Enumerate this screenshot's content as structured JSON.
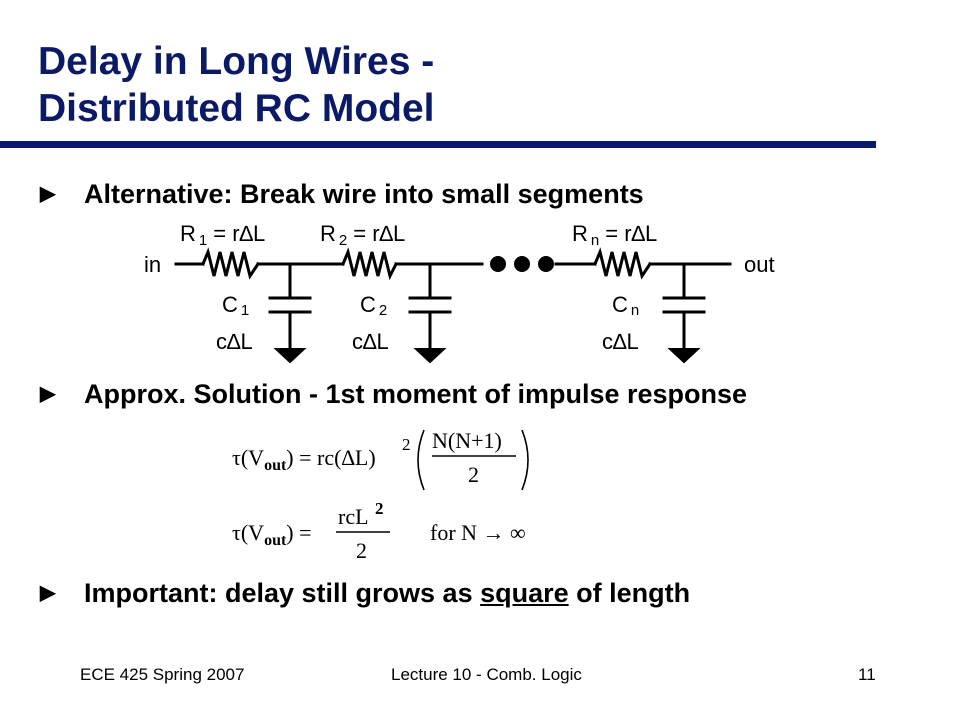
{
  "title": {
    "line1": "Delay in Long Wires -",
    "line2": "Distributed RC Model"
  },
  "bullets": [
    {
      "arrow": "▶",
      "text": "Alternative: Break wire into small segments"
    },
    {
      "arrow": "▶",
      "text": "Approx. Solution - 1st moment of impulse response"
    },
    {
      "arrow": "▶",
      "pre": "Important: delay still grows as ",
      "emph": "square",
      "post": " of length"
    }
  ],
  "circuit": {
    "input": "in",
    "output": "out",
    "resistors": [
      {
        "sym": "R",
        "sub": "1",
        "expr": "= r∆L"
      },
      {
        "sym": "R",
        "sub": "2",
        "expr": "= r∆L"
      },
      {
        "sym": "R",
        "sub": "n",
        "expr": "= r∆L"
      }
    ],
    "capacitors": [
      {
        "sym": "C",
        "sub": "1",
        "value": "c∆L"
      },
      {
        "sym": "C",
        "sub": "2",
        "value": "c∆L"
      },
      {
        "sym": "C",
        "sub": "n",
        "value": "c∆L"
      }
    ]
  },
  "equations": {
    "eq1": {
      "lhs_tau": "τ(V",
      "lhs_sub": "out",
      "lhs_close": ") = rc(∆L)",
      "power": "2",
      "num": "N(N+1)",
      "den": "2"
    },
    "eq2": {
      "lhs_tau": "τ(V",
      "lhs_sub": "out",
      "lhs_close": ") =",
      "num": "rcL",
      "power": "2",
      "den": "2",
      "cond": "for  N → ∞"
    }
  },
  "footer": {
    "left": "ECE 425 Spring 2007",
    "center": "Lecture 10 - Comb. Logic",
    "right": "11"
  },
  "colors": {
    "title": "#0a1a66",
    "text": "#000000",
    "background": "#ffffff"
  }
}
